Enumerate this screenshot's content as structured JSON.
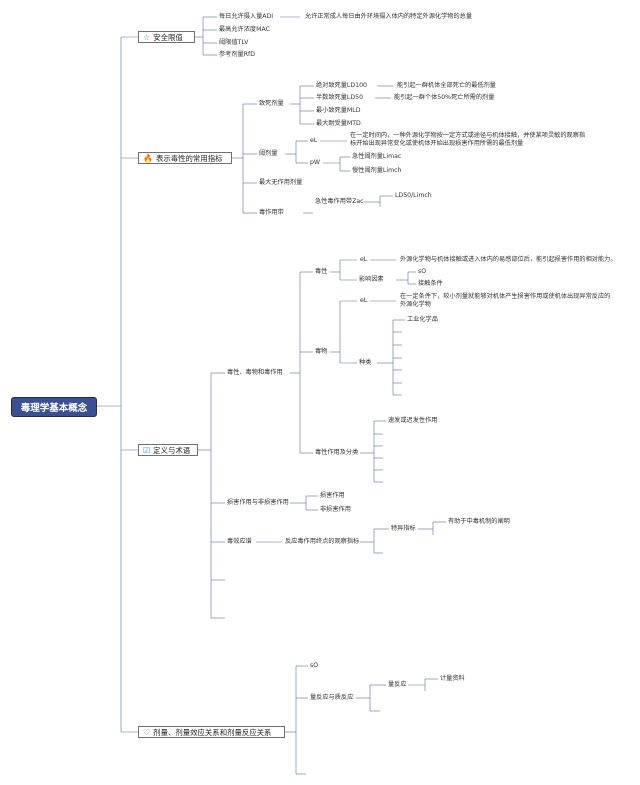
{
  "root": "毒理学基本概念",
  "colors": {
    "root_bg": "#3b4f93",
    "line": "#5a6aa8",
    "star": "#2f8fd6",
    "flame": "#2f7fd6",
    "check": "#2f8fd6",
    "heart": "#e04848"
  },
  "b1": {
    "icon": "star-icon",
    "label": "安全限值",
    "items": [
      "每日允许摄入量ADI",
      "最高允许浓度MAC",
      "阈限值TLV",
      "参考剂量RfD"
    ],
    "adi_desc": "允许正常成人每日由外环境摄入体内的特定外源化学物的总量"
  },
  "b2": {
    "icon": "flame-icon",
    "label": "表示毒性的常用指标",
    "lethal": {
      "label": "致死剂量",
      "items": [
        "绝对致死量LD100",
        "半数致死量LD50",
        "最小致死量MLD",
        "最大耐受量MTD"
      ],
      "ld100_desc": "能引起一群机体全部死亡的最低剂量",
      "ld50_desc": "能引起一群个体50%死亡所需的剂量"
    },
    "threshold": {
      "label": "阈剂量",
      "el": "eL",
      "el_desc": "在一定时间内，一种外源化学物按一定方式或途径与机体接触，并使某项灵敏的观察指标开始出现异常变化或使机体开始出现损害作用所需的最低剂量",
      "pw": "pW",
      "acute": "急性阈剂量Limac",
      "chronic": "慢性阈剂量Limch"
    },
    "noael": "最大无作用剂量",
    "zone": {
      "label": "毒作用带",
      "acute": "急性毒作用带Zac",
      "formula": "LD50/Limch"
    }
  },
  "b3": {
    "icon": "check-icon",
    "label": "定义与术语",
    "toxic": {
      "label": "毒性、毒物和毒作用",
      "toxicity": {
        "label": "毒性",
        "el": "eL",
        "el_desc": "外源化学物与机体接触或进入体内的易感部位后，能引起损害作用的相对能力。",
        "factors": "影响因素",
        "f1": "sO",
        "f2": "接触条件"
      },
      "poison": {
        "label": "毒物",
        "el": "eL",
        "el_desc": "在一定条件下，较小剂量就能够对机体产生损害作用或使机体出现异常反应的外源化学物",
        "types": "种类",
        "type1": "工业化学品"
      },
      "effect": {
        "label": "毒性作用及分类",
        "e1": "速发或迟发性作用"
      }
    },
    "harm": {
      "label": "损害作用与非损害作用",
      "h1": "损害作用",
      "h2": "非损害作用"
    },
    "biomarker": {
      "label": "毒效应谱",
      "sub": "反应毒作用终点的观察指标",
      "specific": "特异指标",
      "desc": "有助于中毒机制的阐明"
    }
  },
  "b4": {
    "icon": "heart-icon",
    "label": "剂量、剂量效应关系和剂量反应关系",
    "so": "sO",
    "rel": "量反应与质反应",
    "quant": "量反应",
    "data": "计量资料"
  }
}
